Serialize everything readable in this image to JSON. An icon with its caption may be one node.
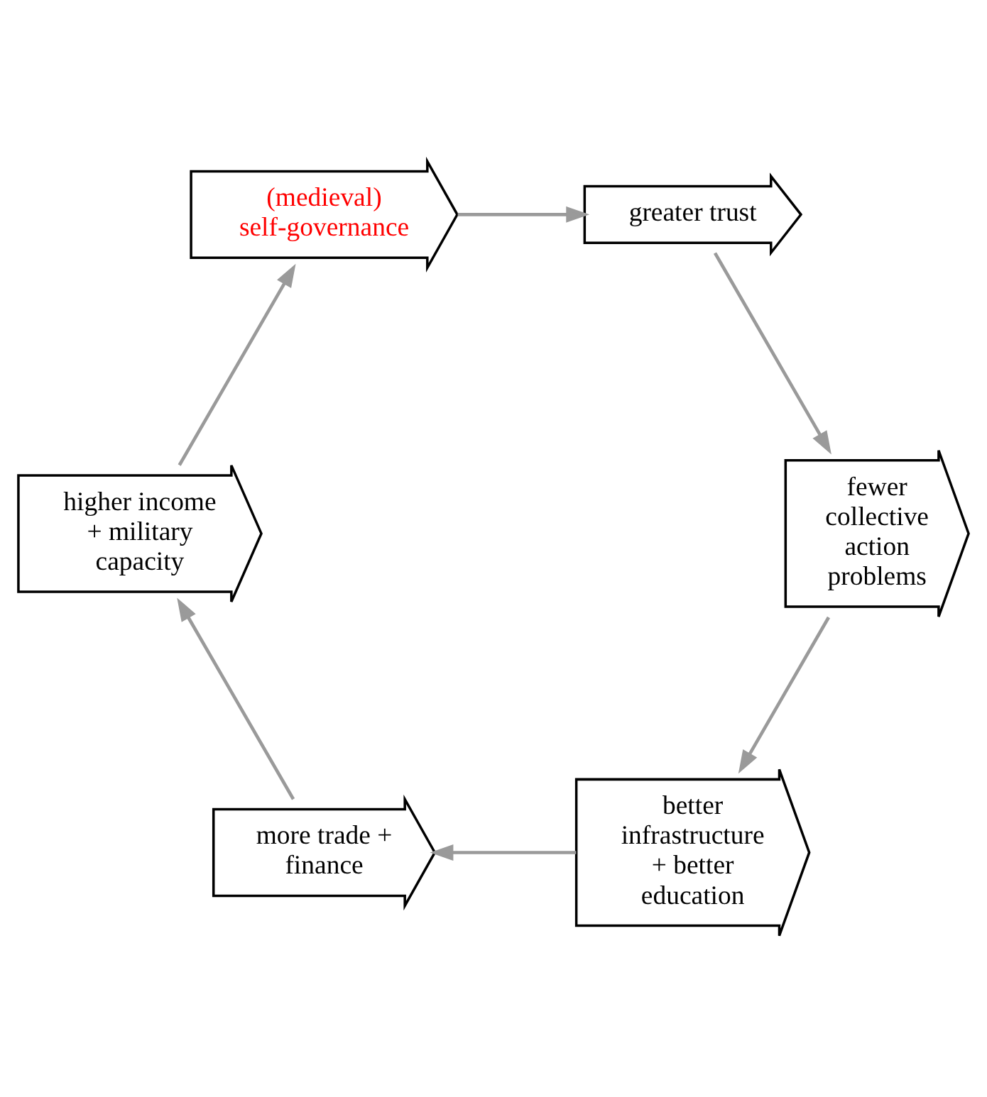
{
  "diagram": {
    "nodes": [
      {
        "text": [
          "better infrastructure + better education"
        ]
      },
      {
        "text": [
          "more trade + finance"
        ]
      },
      {
        "text": [
          "higher income + military capacity"
        ]
      },
      {
        "text": [
          "(medieval) self-governance"
        ]
      },
      {
        "text": [
          "greater trust"
        ]
      },
      {
        "text": [
          "fewer collective action problems"
        ]
      }
    ],
    "edges": [
      {
        "from": 0,
        "to": 1,
        "arrow": "to"
      },
      {
        "from": 1,
        "to": 2,
        "arrow": "to"
      },
      {
        "from": 2,
        "to": 3,
        "arrow": "to"
      },
      {
        "from": 3,
        "to": 4,
        "arrow": "to"
      },
      {
        "from": 4,
        "to": 5,
        "arrow": "to"
      },
      {
        "from": 5,
        "to": 0,
        "arrow": "to"
      }
    ]
  }
}
